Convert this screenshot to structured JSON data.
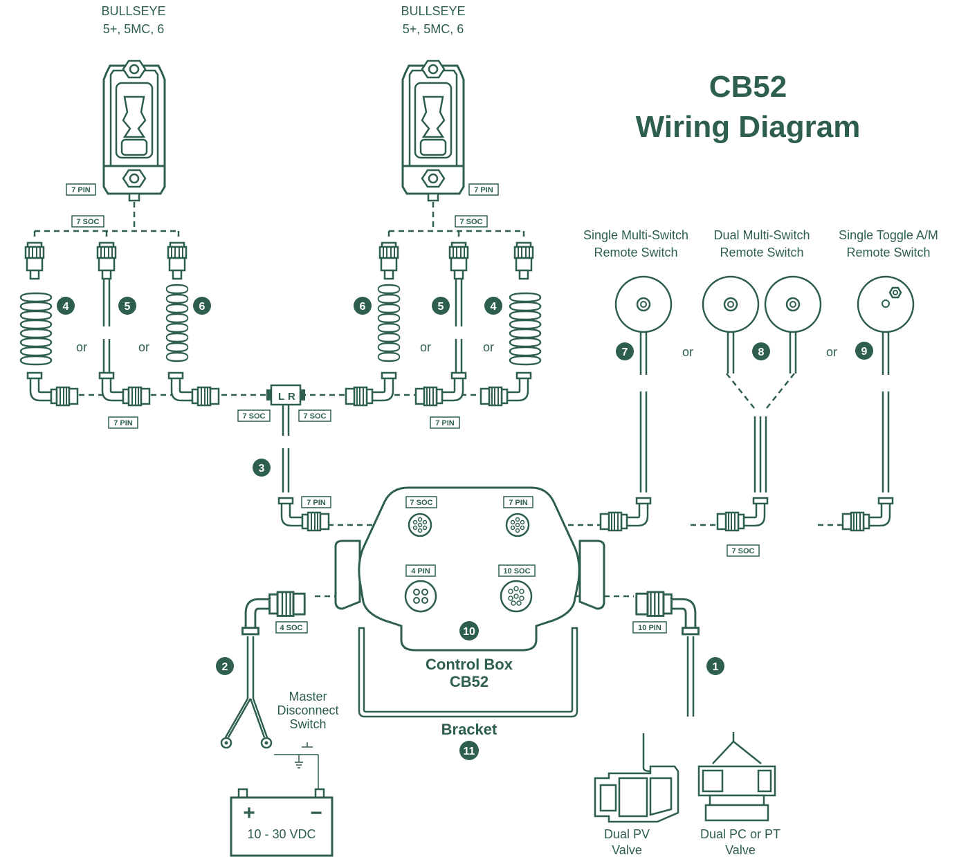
{
  "title": {
    "line1": "CB52",
    "line2": "Wiring Diagram"
  },
  "colors": {
    "primary": "#2d5e4f",
    "background": "#ffffff"
  },
  "controllers": {
    "left": {
      "line1": "BULLSEYE",
      "line2": "5+, 5MC, 6"
    },
    "right": {
      "line1": "BULLSEYE",
      "line2": "5+, 5MC, 6"
    }
  },
  "connector_tags": {
    "left_controller_pin": "7 PIN",
    "left_controller_soc": "7 SOC",
    "right_controller_pin": "7 PIN",
    "right_controller_soc": "7 SOC",
    "left_cables_pin": "7 PIN",
    "right_cables_pin": "7 PIN",
    "splitter_left_soc": "7 SOC",
    "splitter_right_soc": "7 SOC",
    "cable3_pin": "7 PIN",
    "box_top_left": "7 SOC",
    "box_top_right": "7 PIN",
    "box_bottom_left": "4 PIN",
    "box_bottom_right": "10 SOC",
    "power_cable_soc": "4 SOC",
    "valve_cable_pin": "10 PIN",
    "remote_soc": "7 SOC"
  },
  "splitter": {
    "left": "L",
    "right": "R"
  },
  "cable_numbers": {
    "n1": "1",
    "n2": "2",
    "n3": "3",
    "n4": "4",
    "n5": "5",
    "n6": "6",
    "n7": "7",
    "n8": "8",
    "n9": "9",
    "n10": "10",
    "n11": "11"
  },
  "or_word": "or",
  "remote_switches": {
    "single_multi": {
      "line1": "Single Multi-Switch",
      "line2": "Remote Switch"
    },
    "dual_multi": {
      "line1": "Dual Multi-Switch",
      "line2": "Remote Switch"
    },
    "single_toggle": {
      "line1": "Single Toggle A/M",
      "line2": "Remote Switch"
    }
  },
  "control_box": {
    "line1": "Control Box",
    "line2": "CB52"
  },
  "bracket": "Bracket",
  "master_switch": {
    "line1": "Master",
    "line2": "Disconnect",
    "line3": "Switch"
  },
  "battery": {
    "plus": "+",
    "minus": "−",
    "voltage": "10 - 30 VDC"
  },
  "valves": {
    "pv": {
      "line1": "Dual PV",
      "line2": "Valve"
    },
    "pc": {
      "line1": "Dual PC or PT",
      "line2": "Valve"
    }
  }
}
